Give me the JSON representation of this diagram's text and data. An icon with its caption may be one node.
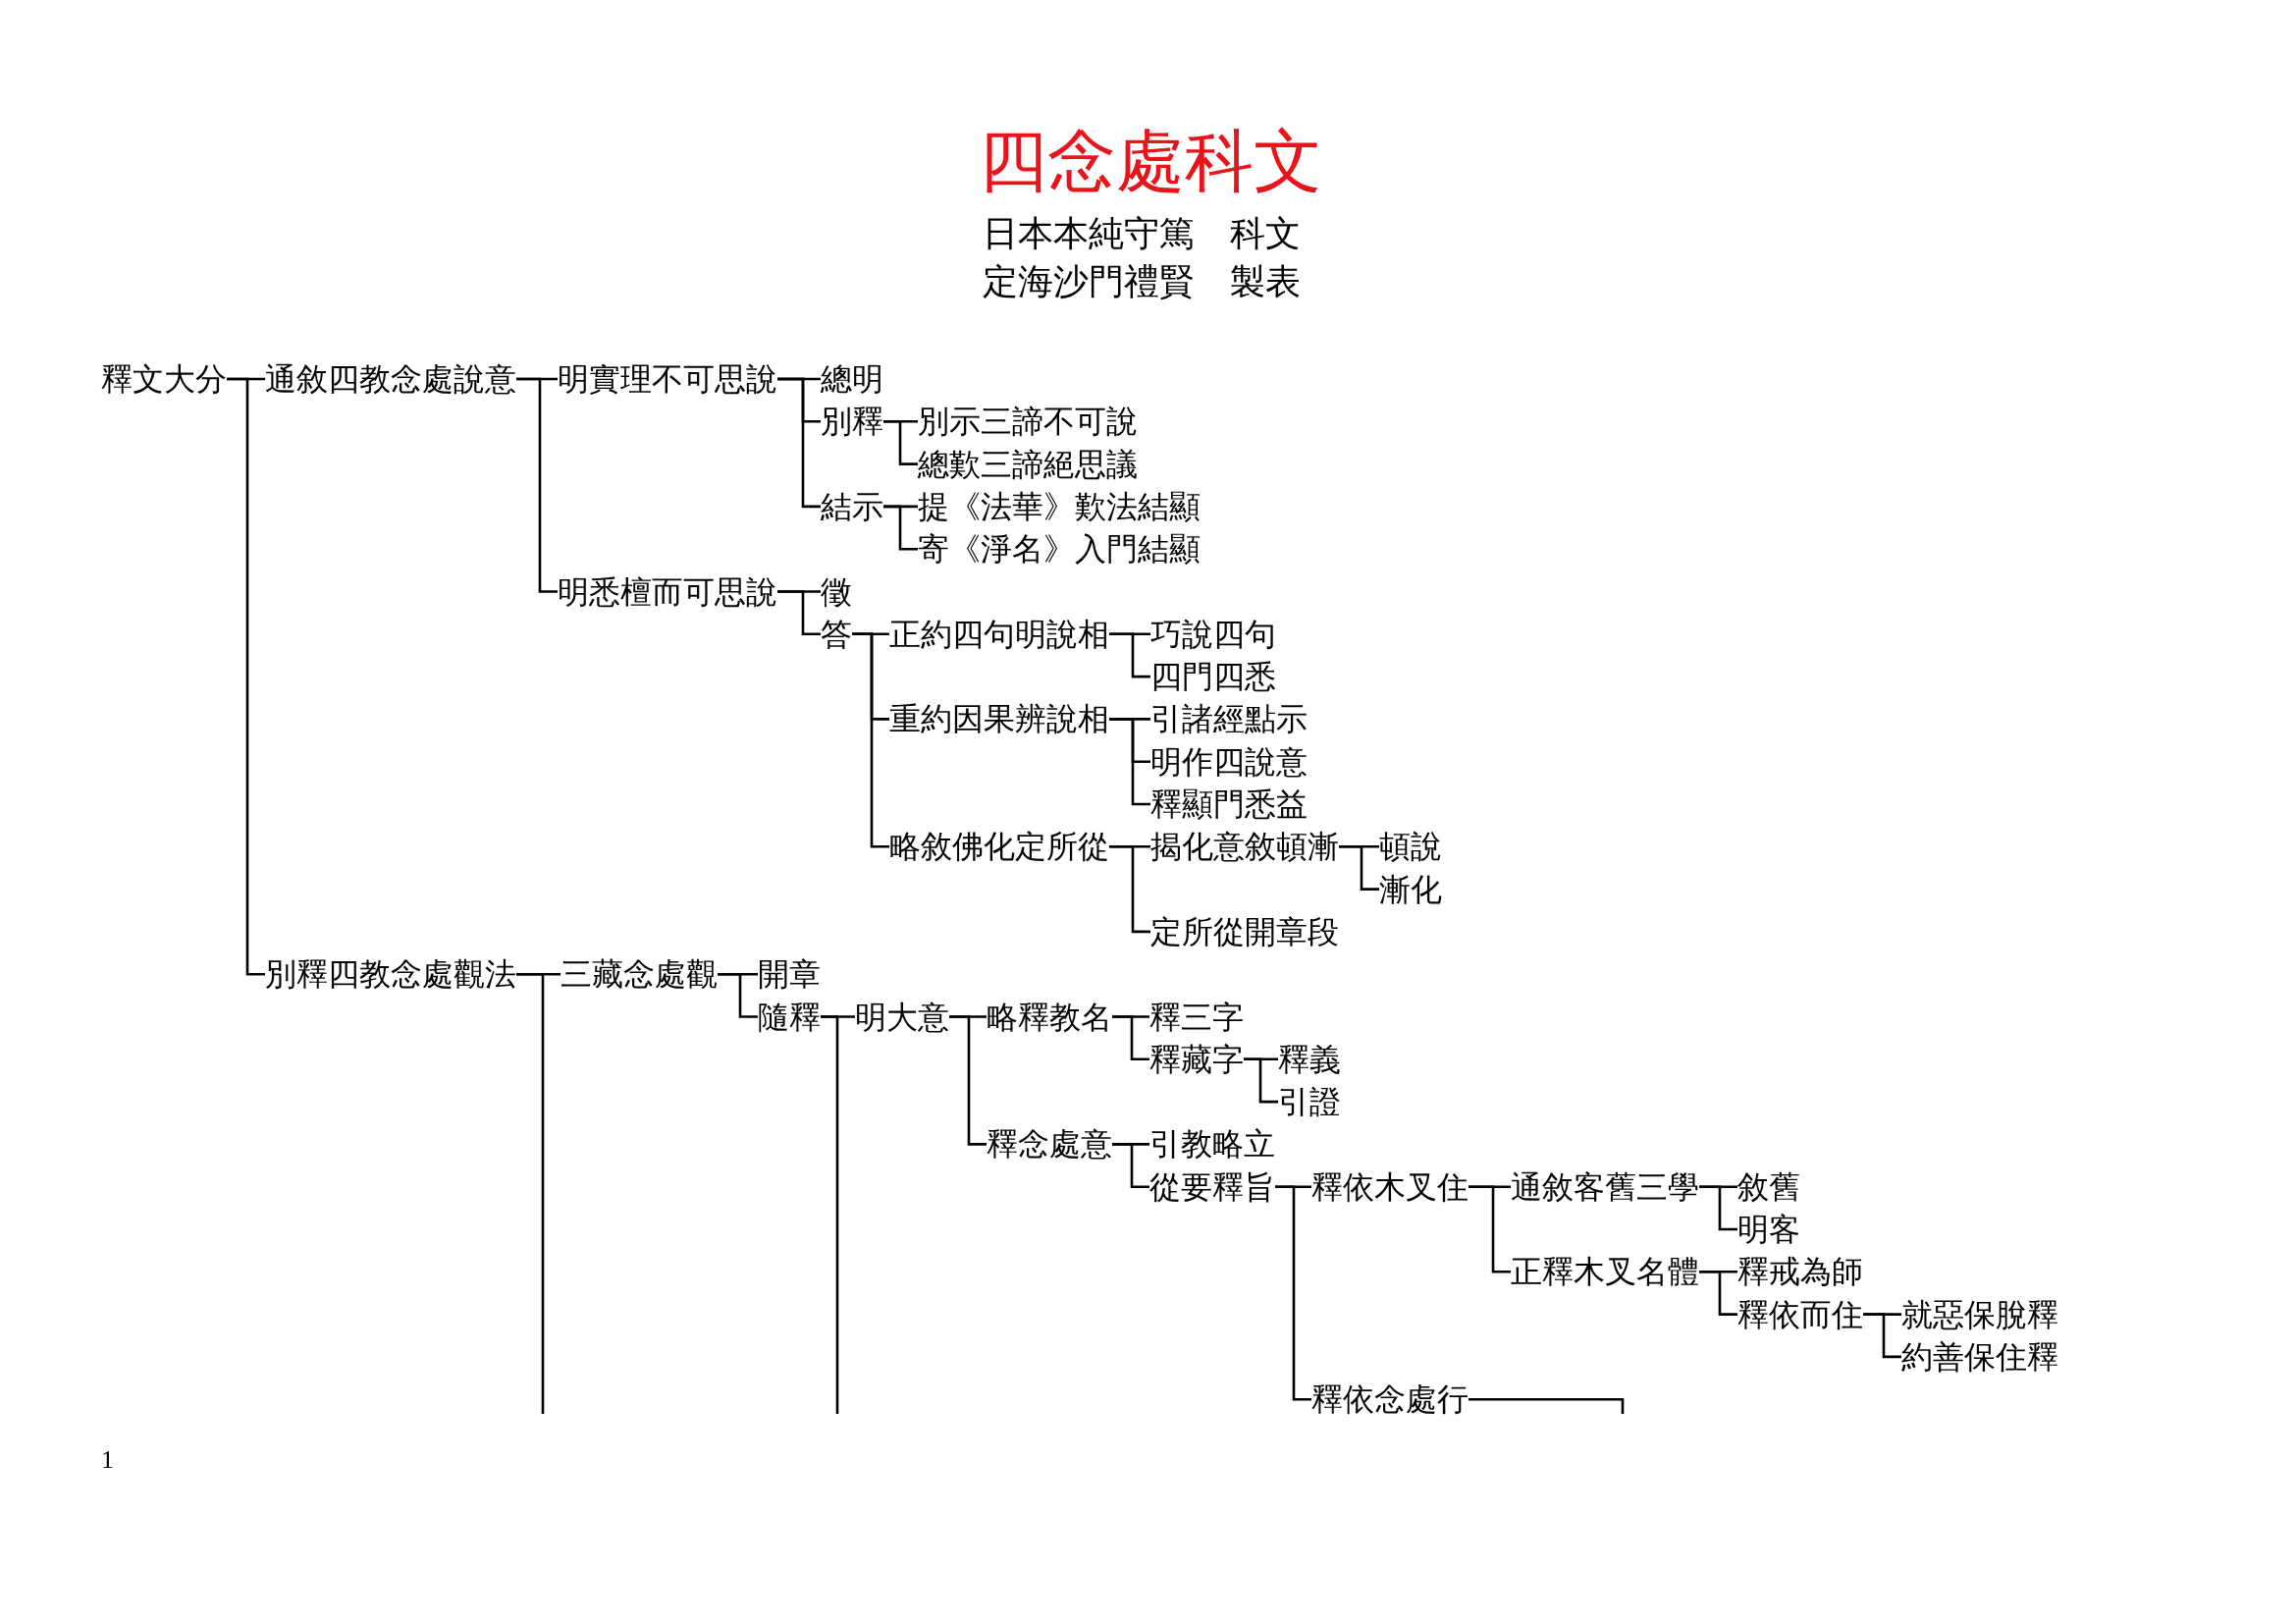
{
  "diagram": {
    "title": "四念處科文",
    "nodes": [
      {
        "text": [
          "釋文大分"
        ]
      },
      {
        "text": [
          "通敘四教念處說意"
        ]
      },
      {
        "text": [
          "明實理不可思說"
        ]
      },
      {
        "text": [
          "總明"
        ]
      },
      {
        "text": [
          "別釋"
        ]
      },
      {
        "text": [
          "別示三諦不可說"
        ]
      },
      {
        "text": [
          "總歎三諦絕思議"
        ]
      },
      {
        "text": [
          "結示"
        ]
      },
      {
        "text": [
          "提《法華》歎法結顯"
        ]
      },
      {
        "text": [
          "寄《淨名》入門結顯"
        ]
      },
      {
        "text": [
          "明悉檀而可思說"
        ]
      },
      {
        "text": [
          "徵"
        ]
      },
      {
        "text": [
          "答"
        ]
      },
      {
        "text": [
          "正約四句明說相"
        ]
      },
      {
        "text": [
          "巧說四句"
        ]
      },
      {
        "text": [
          "四門四悉"
        ]
      },
      {
        "text": [
          "重約因果辨說相"
        ]
      },
      {
        "text": [
          "引諸經點示"
        ]
      },
      {
        "text": [
          "明作四說意"
        ]
      },
      {
        "text": [
          "釋顯門悉益"
        ]
      },
      {
        "text": [
          "略敘佛化定所從"
        ]
      },
      {
        "text": [
          "揭化意敘頓漸"
        ]
      },
      {
        "text": [
          "頓說"
        ]
      },
      {
        "text": [
          "漸化"
        ]
      },
      {
        "text": [
          "定所從開章段"
        ]
      },
      {
        "text": [
          "別釋四教念處觀法"
        ]
      },
      {
        "text": [
          "三藏念處觀"
        ]
      },
      {
        "text": [
          "開章"
        ]
      },
      {
        "text": [
          "隨釋"
        ]
      },
      {
        "text": [
          "明大意"
        ]
      },
      {
        "text": [
          "略釋教名"
        ]
      },
      {
        "text": [
          "釋三字"
        ]
      },
      {
        "text": [
          "釋藏字"
        ]
      },
      {
        "text": [
          "釋義"
        ]
      },
      {
        "text": [
          "引證"
        ]
      },
      {
        "text": [
          "釋念處意"
        ]
      },
      {
        "text": [
          "引教略立"
        ]
      },
      {
        "text": [
          "從要釋旨"
        ]
      },
      {
        "text": [
          "釋依木叉住"
        ]
      },
      {
        "text": [
          "通敘客舊三學"
        ]
      },
      {
        "text": [
          "敘舊"
        ]
      },
      {
        "text": [
          "明客"
        ]
      },
      {
        "text": [
          "正釋木叉名體"
        ]
      },
      {
        "text": [
          "釋戒為師"
        ]
      },
      {
        "text": [
          "釋依而住"
        ]
      },
      {
        "text": [
          "就惡保脫釋"
        ]
      },
      {
        "text": [
          "約善保住釋"
        ]
      },
      {
        "text": [
          "釋依念處行"
        ]
      }
    ],
    "edges": [
      {
        "from": 0,
        "to": 1,
        "arrow": "none"
      },
      {
        "from": 1,
        "to": 2,
        "arrow": "none"
      },
      {
        "from": 2,
        "to": 3,
        "arrow": "none"
      },
      {
        "from": 2,
        "to": 4,
        "arrow": "none"
      },
      {
        "from": 4,
        "to": 5,
        "arrow": "none"
      },
      {
        "from": 4,
        "to": 6,
        "arrow": "none"
      },
      {
        "from": 2,
        "to": 7,
        "arrow": "none"
      },
      {
        "from": 7,
        "to": 8,
        "arrow": "none"
      },
      {
        "from": 7,
        "to": 9,
        "arrow": "none"
      },
      {
        "from": 1,
        "to": 10,
        "arrow": "none"
      },
      {
        "from": 10,
        "to": 11,
        "arrow": "none"
      },
      {
        "from": 10,
        "to": 12,
        "arrow": "none"
      },
      {
        "from": 12,
        "to": 13,
        "arrow": "none"
      },
      {
        "from": 13,
        "to": 14,
        "arrow": "none"
      },
      {
        "from": 13,
        "to": 15,
        "arrow": "none"
      },
      {
        "from": 12,
        "to": 16,
        "arrow": "none"
      },
      {
        "from": 16,
        "to": 17,
        "arrow": "none"
      },
      {
        "from": 16,
        "to": 18,
        "arrow": "none"
      },
      {
        "from": 16,
        "to": 19,
        "arrow": "none"
      },
      {
        "from": 12,
        "to": 20,
        "arrow": "none"
      },
      {
        "from": 20,
        "to": 21,
        "arrow": "none"
      },
      {
        "from": 21,
        "to": 22,
        "arrow": "none"
      },
      {
        "from": 21,
        "to": 23,
        "arrow": "none"
      },
      {
        "from": 20,
        "to": 24,
        "arrow": "none"
      },
      {
        "from": 0,
        "to": 25,
        "arrow": "none"
      },
      {
        "from": 25,
        "to": 26,
        "arrow": "none"
      },
      {
        "from": 26,
        "to": 27,
        "arrow": "none"
      },
      {
        "from": 26,
        "to": 28,
        "arrow": "none"
      },
      {
        "from": 28,
        "to": 29,
        "arrow": "none"
      },
      {
        "from": 29,
        "to": 30,
        "arrow": "none"
      },
      {
        "from": 30,
        "to": 31,
        "arrow": "none"
      },
      {
        "from": 30,
        "to": 32,
        "arrow": "none"
      },
      {
        "from": 32,
        "to": 33,
        "arrow": "none"
      },
      {
        "from": 32,
        "to": 34,
        "arrow": "none"
      },
      {
        "from": 29,
        "to": 35,
        "arrow": "none"
      },
      {
        "from": 35,
        "to": 36,
        "arrow": "none"
      },
      {
        "from": 35,
        "to": 37,
        "arrow": "none"
      },
      {
        "from": 37,
        "to": 38,
        "arrow": "none"
      },
      {
        "from": 38,
        "to": 39,
        "arrow": "none"
      },
      {
        "from": 39,
        "to": 40,
        "arrow": "none"
      },
      {
        "from": 39,
        "to": 41,
        "arrow": "none"
      },
      {
        "from": 38,
        "to": 42,
        "arrow": "none"
      },
      {
        "from": 42,
        "to": 43,
        "arrow": "none"
      },
      {
        "from": 42,
        "to": 44,
        "arrow": "none"
      },
      {
        "from": 44,
        "to": 45,
        "arrow": "none"
      },
      {
        "from": 44,
        "to": 46,
        "arrow": "none"
      },
      {
        "from": 37,
        "to": 47,
        "arrow": "none"
      },
      {
        "from": 47,
        "to": null,
        "arrow": "none"
      },
      {
        "from": 28,
        "to": null,
        "arrow": "none"
      },
      {
        "from": 25,
        "to": null,
        "arrow": "none"
      }
    ],
    "labels": [
      "日本本純守篤　科文",
      "定海沙門禮賢　製表",
      "1"
    ]
  }
}
